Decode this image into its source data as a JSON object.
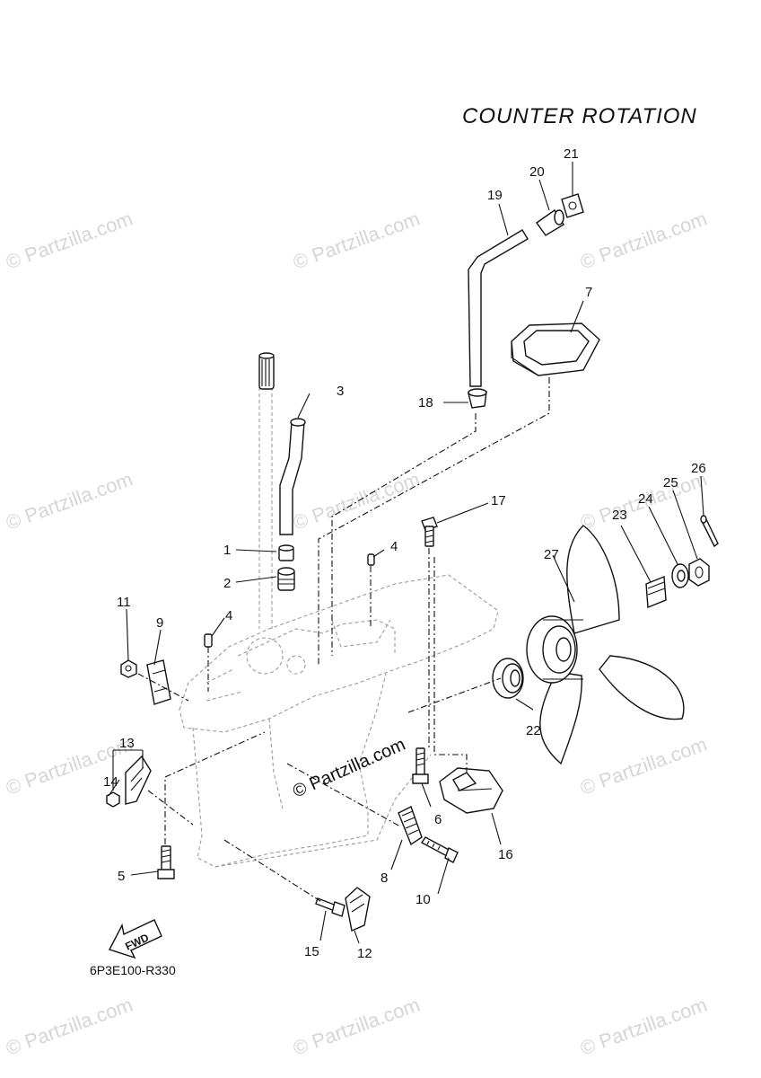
{
  "title": "COUNTER ROTATION",
  "diagram_code": "6P3E100-R330",
  "fwd_label": "FWD",
  "watermark": "© Partzilla.com",
  "callouts": {
    "c1": "1",
    "c2": "2",
    "c3": "3",
    "c4a": "4",
    "c4b": "4",
    "c5": "5",
    "c6": "6",
    "c7": "7",
    "c8": "8",
    "c9": "9",
    "c10": "10",
    "c11": "11",
    "c12": "12",
    "c13": "13",
    "c14": "14",
    "c15": "15",
    "c16": "16",
    "c17": "17",
    "c18": "18",
    "c19": "19",
    "c20": "20",
    "c21": "21",
    "c22": "22",
    "c23": "23",
    "c24": "24",
    "c25": "25",
    "c26": "26",
    "c27": "27"
  }
}
